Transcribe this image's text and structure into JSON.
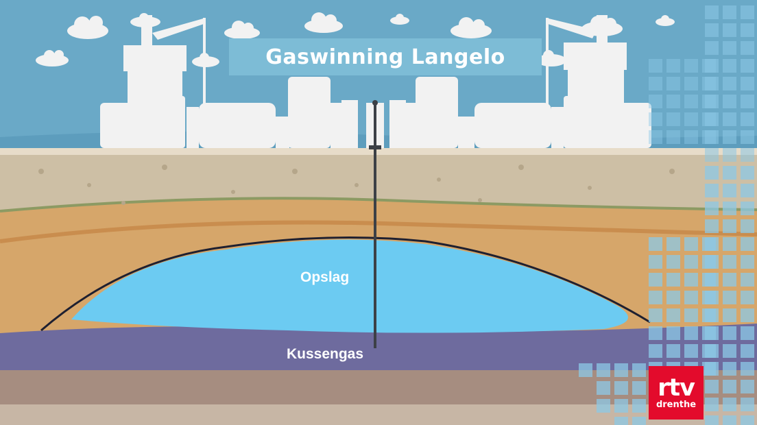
{
  "title": "Gaswinning Langelo",
  "layers": {
    "storage_label": "Opslag",
    "cushion_label": "Kussengas"
  },
  "logo": {
    "main": "rtv",
    "sub": "drenthe"
  },
  "colors": {
    "sky": "#6aa9c7",
    "title_banner": "#7dbcd6",
    "topsoil": "#cdbfa5",
    "sand_layer": "#d6a66a",
    "storage_gas": "#6ccbf2",
    "cushion_gas": "#6e6b9e",
    "deep_layer": "#a68d80",
    "logo_red": "#e30b2c"
  }
}
